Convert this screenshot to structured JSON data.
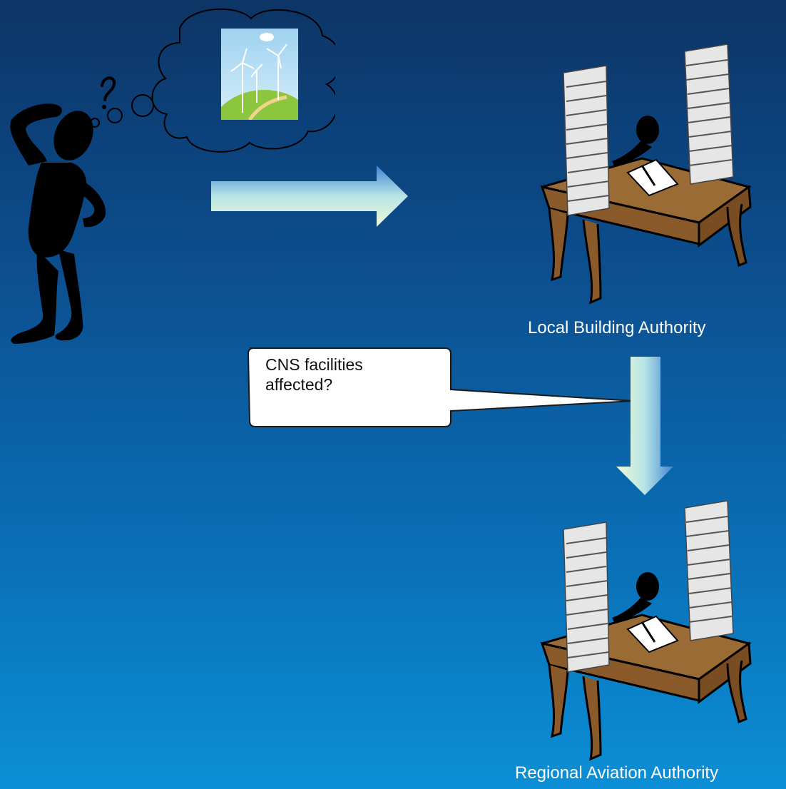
{
  "callout": {
    "line1": "CNS facilities",
    "line2": "affected?"
  },
  "labels": {
    "local_authority": "Local Building Authority",
    "regional_authority": "Regional Aviation Authority"
  },
  "colors": {
    "background_top": "#0d3566",
    "background_bottom": "#0b8fd6",
    "arrow_light": "#e9f7d8",
    "arrow_blue": "#3a7fd0",
    "desk": "#9a6b35",
    "silhouette": "#000000"
  },
  "icons": {
    "person": "thinking-person-icon",
    "wind_turbines": "wind-turbines-icon",
    "desk_clerk": "desk-clerk-paper-stacks-icon"
  }
}
